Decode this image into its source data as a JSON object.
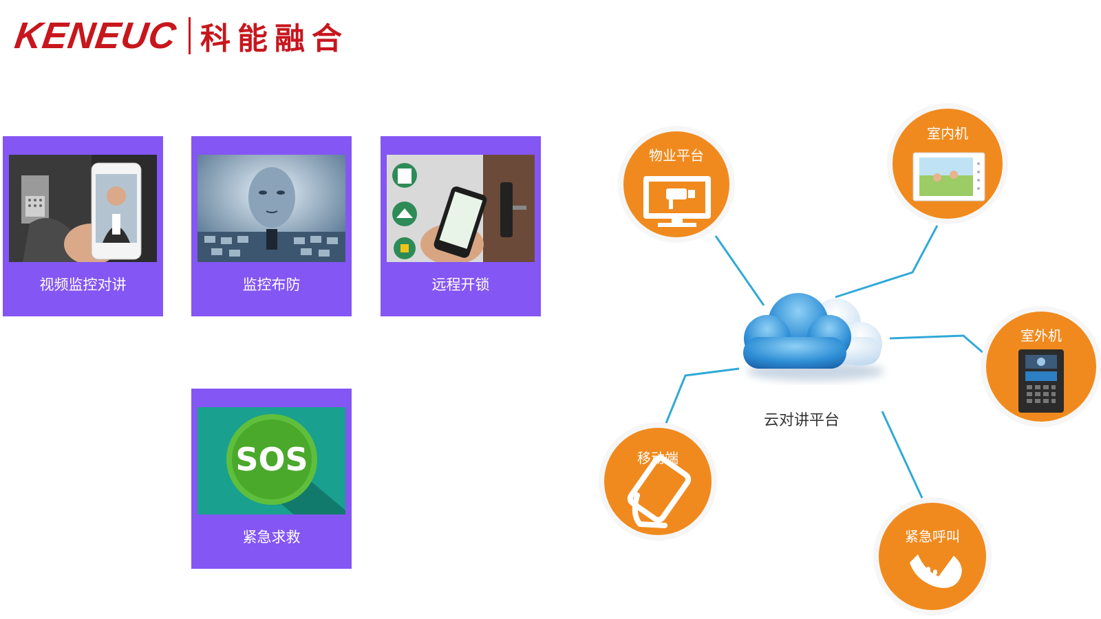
{
  "logo": {
    "english": "KENEUC",
    "chinese": "科能融合"
  },
  "features": [
    {
      "id": "video",
      "label": "视频监控对讲"
    },
    {
      "id": "alarm",
      "label": "监控布防"
    },
    {
      "id": "unlock",
      "label": "远程开锁"
    },
    {
      "id": "sos",
      "label": "紧急求救",
      "badge": "SOS"
    }
  ],
  "diagram": {
    "center": "云对讲平台",
    "nodes": [
      {
        "id": "property",
        "label": "物业平台",
        "icon": "monitor-camera-icon"
      },
      {
        "id": "indoor",
        "label": "室内机",
        "icon": "indoor-monitor-icon"
      },
      {
        "id": "outdoor",
        "label": "室外机",
        "icon": "door-station-icon"
      },
      {
        "id": "mobile",
        "label": "移动端",
        "icon": "mobile-hand-icon"
      },
      {
        "id": "emergency",
        "label": "紧急呼叫",
        "icon": "phone-call-icon"
      }
    ]
  },
  "colors": {
    "brand_red": "#c8161d",
    "card_purple": "#8456f4",
    "node_orange": "#f08a1e",
    "link_blue": "#2fa9d6",
    "cloud_blue": "#2a86d1"
  }
}
